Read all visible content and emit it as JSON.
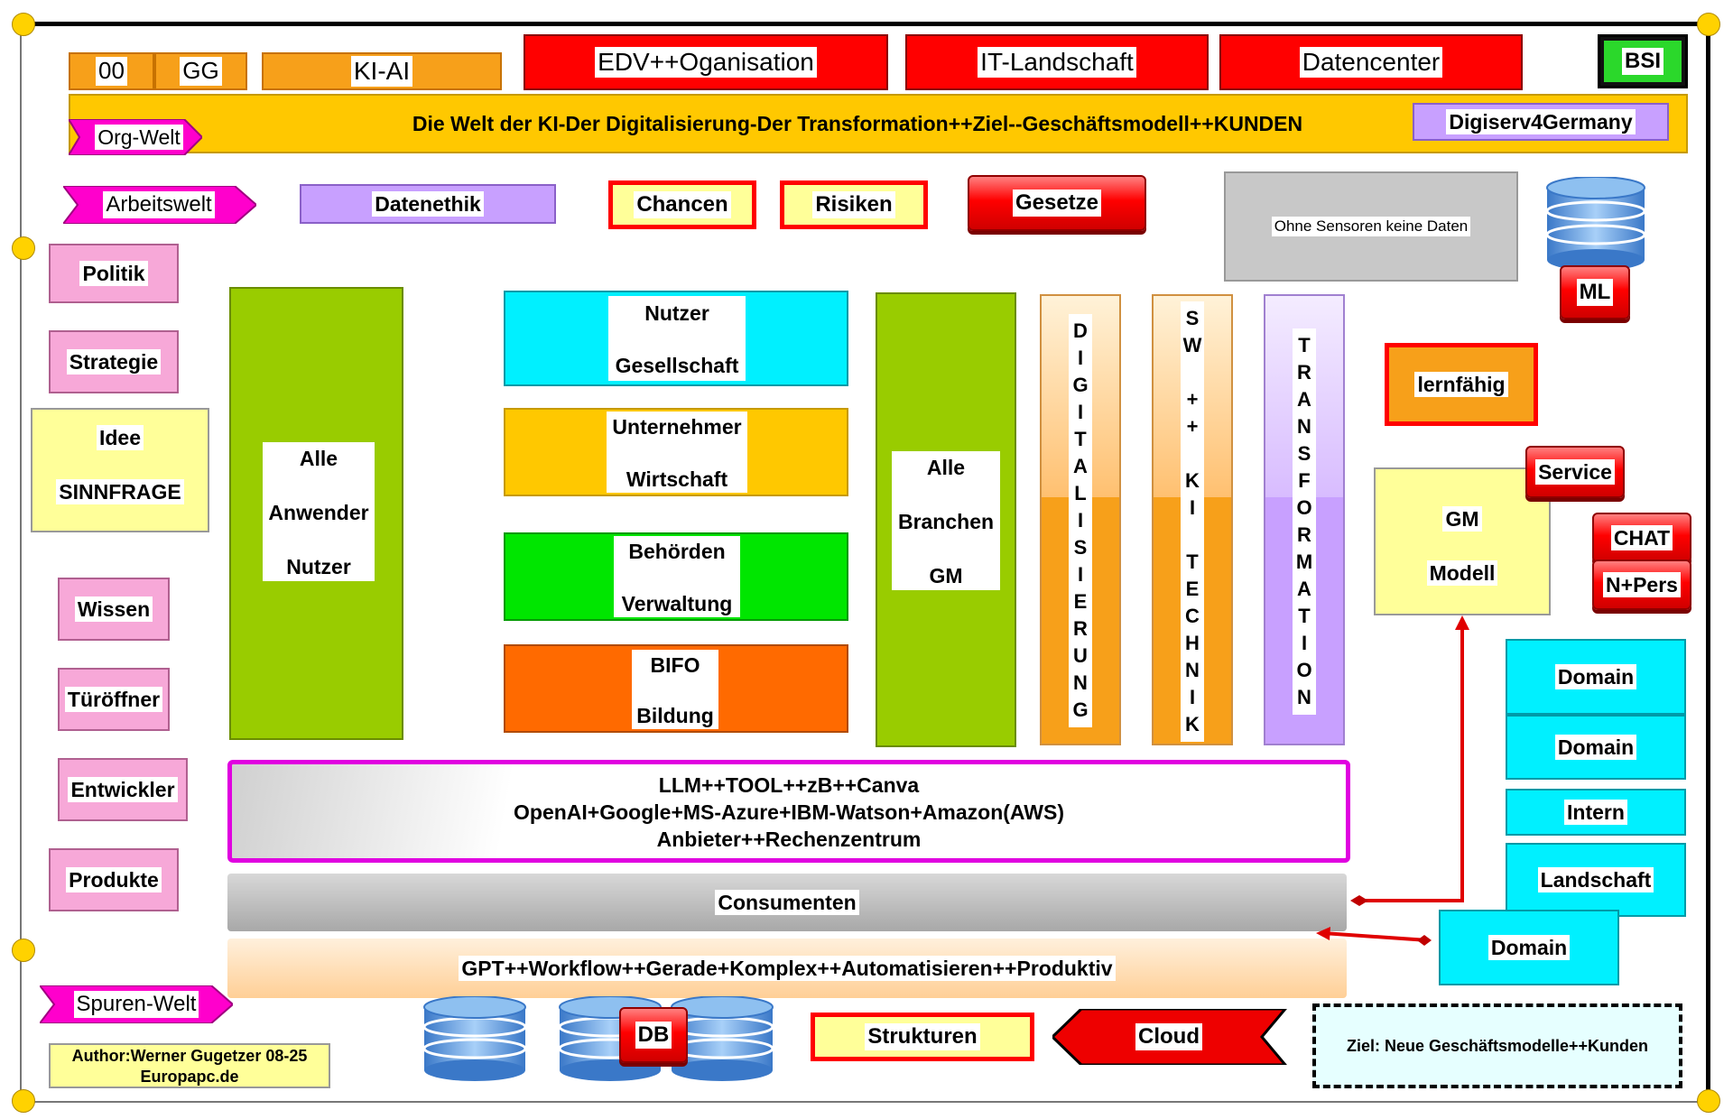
{
  "top": {
    "code_00": "00",
    "code_gg": "GG",
    "ki_ai": "KI-AI",
    "edv": "EDV++Oganisation",
    "it_landschaft": "IT-Landschaft",
    "datencenter": "Datencenter",
    "bsi": "BSI"
  },
  "banner": {
    "org_welt": "Org-Welt",
    "title": "Die Welt der KI-Der Digitalisierung-Der Transformation++Ziel--Geschäftsmodell++KUNDEN",
    "digiserv": "Digiserv4Germany"
  },
  "row2": {
    "arbeitswelt": "Arbeitswelt",
    "datenethik": "Datenethik",
    "chancen": "Chancen",
    "risiken": "Risiken",
    "gesetze": "Gesetze",
    "sensoren": "Ohne Sensoren keine Daten"
  },
  "left": {
    "politik": "Politik",
    "strategie": "Strategie",
    "idee_1": "Idee",
    "idee_2": "SINNFRAGE",
    "wissen": "Wissen",
    "tueroeffner": "Türöffner",
    "entwickler": "Entwickler",
    "produkte": "Produkte"
  },
  "center": {
    "alle_anwender": [
      "Alle",
      "Anwender",
      "Nutzer"
    ],
    "nutzer": [
      "Nutzer",
      "Gesellschaft"
    ],
    "unternehmer": [
      "Unternehmer",
      "Wirtschaft"
    ],
    "behoerden": [
      "Behörden",
      "Verwaltung"
    ],
    "bifo": [
      "BIFO",
      "Bildung"
    ],
    "alle_branchen": [
      "Alle",
      "Branchen",
      "GM"
    ]
  },
  "vertical": {
    "digitalisierung": [
      "D",
      "I",
      "G",
      "I",
      "T",
      "A",
      "L",
      "I",
      "S",
      "I",
      "E",
      "R",
      "U",
      "N",
      "G"
    ],
    "sw_ki": [
      "S",
      "W",
      "",
      "+",
      "+",
      "",
      "K",
      "I",
      "",
      "T",
      "E",
      "C",
      "H",
      "N",
      "I",
      "K"
    ],
    "transformation": [
      "T",
      "R",
      "A",
      "N",
      "S",
      "F",
      "O",
      "R",
      "M",
      "A",
      "T",
      "I",
      "O",
      "N"
    ]
  },
  "right": {
    "ml": "ML",
    "lernfaehig": "lernfähig",
    "service": "Service",
    "gm_1": "GM",
    "gm_2": "Modell",
    "chat": "CHAT",
    "npers": "N+Pers",
    "domain_1": "Domain",
    "domain_2": "Domain",
    "intern": "Intern",
    "landschaft": "Landschaft",
    "domain_3": "Domain"
  },
  "bars": {
    "llm_1": "LLM++TOOL++zB++Canva",
    "llm_2": "OpenAI+Google+MS-Azure+IBM-Watson+Amazon(AWS)",
    "llm_3": "Anbieter++Rechenzentrum",
    "consumenten": "Consumenten",
    "gpt": "GPT++Workflow++Gerade+Komplex++Automatisieren++Produktiv"
  },
  "bottom": {
    "spuren_welt": "Spuren-Welt",
    "author_1": "Author:Werner Gugetzer  08-25",
    "author_2": "Europapc.de",
    "db": "DB",
    "strukturen": "Strukturen",
    "cloud": "Cloud",
    "ziel": "Ziel: Neue Geschäftsmodelle++Kunden"
  }
}
